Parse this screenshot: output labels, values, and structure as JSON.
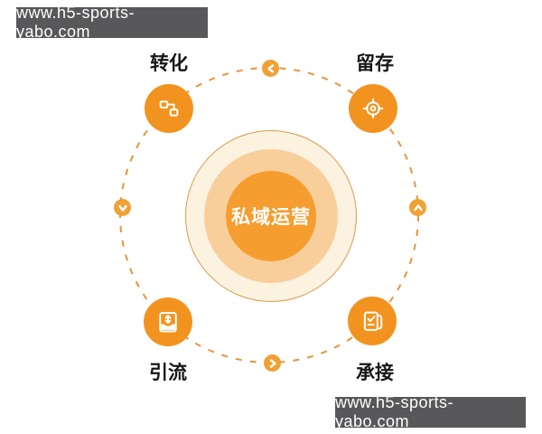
{
  "watermarks": {
    "top_left": "www.h5-sports-yabo.com",
    "bottom_right": "www.h5-sports-yabo.com"
  },
  "diagram": {
    "center": {
      "label": "私域运营"
    },
    "nodes": [
      {
        "label": "转化",
        "icon": "workflow-icon",
        "position": "top-left"
      },
      {
        "label": "留存",
        "icon": "target-icon",
        "position": "top-right"
      },
      {
        "label": "引流",
        "icon": "inbox-arrows-icon",
        "position": "bottom-left"
      },
      {
        "label": "承接",
        "icon": "checklist-icon",
        "position": "bottom-right"
      }
    ],
    "flow": {
      "direction": "counterclockwise",
      "arrows": [
        {
          "position": "top",
          "direction": "left"
        },
        {
          "position": "right",
          "direction": "up"
        },
        {
          "position": "bottom",
          "direction": "right"
        },
        {
          "position": "left",
          "direction": "down"
        }
      ]
    },
    "colors": {
      "node_orange": "#F2931F",
      "badge_orange": "#F0A136",
      "center_orange": "#F59D2F",
      "ring_mid": "#F8CE9B",
      "ring_outer": "#FCF2E0",
      "ring_border": "#DB9A4A",
      "dash_color": "#E6953B",
      "label_color": "#161616",
      "watermark_bg": "#58585A"
    }
  }
}
